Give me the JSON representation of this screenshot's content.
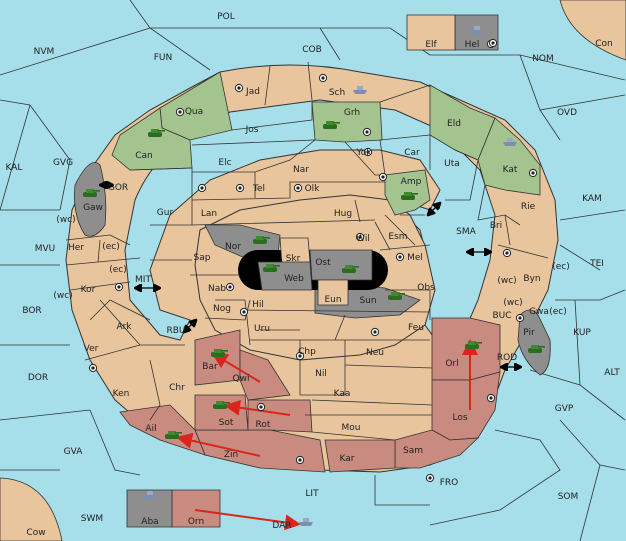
{
  "colors": {
    "sea": "#a6dfea",
    "land": "#e8c59c",
    "green_power": "#a3c48e",
    "red_power": "#c98a80",
    "impassable": "#8e8e8e",
    "black_hole": "#000000",
    "order_arrow": "#d8261c"
  },
  "sea_regions": [
    "POL",
    "NVM",
    "FUN",
    "COB",
    "NOM",
    "Con",
    "OVD",
    "KAL",
    "GVG",
    "KAM",
    "MVU",
    "BOR",
    "TEI",
    "DOR",
    "ALT",
    "KUP",
    "GVP",
    "GVA",
    "FRO",
    "SOM",
    "SWM",
    "LIT",
    "Cow",
    "SMA",
    "MIT",
    "RBU",
    "GOR",
    "BUC",
    "ROD",
    "DAR"
  ],
  "provinces": [
    "Jad",
    "Sch",
    "Qua",
    "Jos",
    "Grh",
    "Can",
    "Eld",
    "Yok",
    "Car",
    "Elc",
    "Nar",
    "Uta",
    "Kat",
    "Tel",
    "Olk",
    "Amp",
    "Gur",
    "Lan",
    "Hug",
    "Bri",
    "Rie",
    "Esm",
    "Gaw",
    "Wil",
    "Nor",
    "Skr",
    "Ost",
    "Her",
    "Sap",
    "Web",
    "Mel",
    "Byn",
    "Kor",
    "Nab",
    "Obs",
    "Hil",
    "Eun",
    "Sun",
    "Nog",
    "Ark",
    "Uru",
    "Feu",
    "Gwa",
    "Ver",
    "Pir",
    "Bar",
    "Chp",
    "Neu",
    "Orl",
    "Qwi",
    "Nil",
    "Ken",
    "Chr",
    "Kaa",
    "Sot",
    "Rot",
    "Ail",
    "Mou",
    "Los",
    "Zin",
    "Kar",
    "Sam",
    "Elf",
    "Hel",
    "Aba",
    "Orn"
  ],
  "coast_tags": [
    "(wc)",
    "(ec)",
    "(ec)",
    "(wc)",
    "(wc)",
    "(ec)",
    "(wc)",
    "(ec)"
  ],
  "units": [
    "tank-icon",
    "fleet-icon"
  ]
}
